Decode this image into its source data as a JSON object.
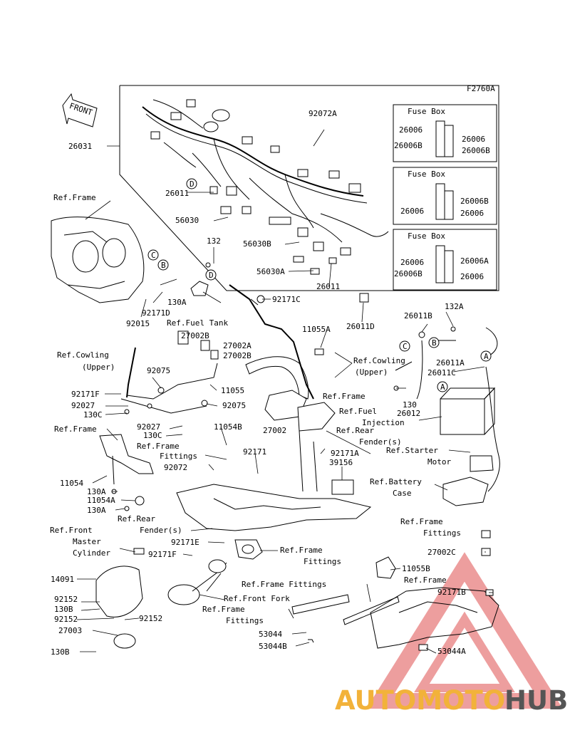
{
  "figure_code": "F2760A",
  "front_arrow": "FRONT",
  "fuse_boxes": [
    {
      "title": "Fuse Box",
      "labels": [
        "26006",
        "26006B",
        "26006",
        "26006B"
      ]
    },
    {
      "title": "Fuse Box",
      "labels": [
        "26006",
        "26006B",
        "26006"
      ]
    },
    {
      "title": "Fuse Box",
      "labels": [
        "26006",
        "26006B",
        "26006A",
        "26006"
      ]
    }
  ],
  "callouts": [
    "A",
    "B",
    "C",
    "D"
  ],
  "parts": {
    "p26031": "26031",
    "p92072A": "92072A",
    "p26011": "26011",
    "p56030": "56030",
    "p56030B": "56030B",
    "p56030A": "56030A",
    "p26011b": "26011",
    "p26011D": "26011D",
    "p132": "132",
    "p130A": "130A",
    "p92171D": "92171D",
    "p92015": "92015",
    "p92171C": "92171C",
    "p11055A": "11055A",
    "p27002B": "27002B",
    "p27002A": "27002A",
    "p27002Bb": "27002B",
    "p92075": "92075",
    "p92171F": "92171F",
    "p11055": "11055",
    "p92027": "92027",
    "p130C": "130C",
    "p92075b": "92075",
    "p92027b": "92027",
    "p130Cb": "130C",
    "p27002": "27002",
    "p11054B": "11054B",
    "p92072": "92072",
    "p92171": "92171",
    "p92171A": "92171A",
    "p39156": "39156",
    "p11054": "11054",
    "p130Ab": "130A",
    "p11054A": "11054A",
    "p130Ac": "130A",
    "p26011B": "26011B",
    "p132A": "132A",
    "p26011A": "26011A",
    "p26011C": "26011C",
    "p130": "130",
    "p26012": "26012",
    "p92171E": "92171E",
    "p92171Fb": "92171F",
    "p14091": "14091",
    "p92152": "92152",
    "p130B": "130B",
    "p92152b": "92152",
    "p92152c": "92152",
    "p27003": "27003",
    "p130Bb": "130B",
    "p11055B": "11055B",
    "p27002C": "27002C",
    "p92171B": "92171B",
    "p53044": "53044",
    "p53044B": "53044B",
    "p53044A": "53044A"
  },
  "refs": {
    "frame_top": "Ref.Frame",
    "fuel_tank": "Ref.Fuel Tank",
    "cowling_upper_l1": "Ref.Cowling",
    "cowling_upper_l2": "(Upper)",
    "cowling_upper_r1": "Ref.Cowling",
    "cowling_upper_r2": "(Upper)",
    "frame_mid": "Ref.Frame",
    "fuel_injection_l1": "Ref.Fuel",
    "fuel_injection_l2": "Injection",
    "frame_left": "Ref.Frame",
    "frame_fittings_l1": "Ref.Frame",
    "frame_fittings_l2": "Fittings",
    "rear_fender_r1": "Ref.Rear",
    "rear_fender_r2": "Fender(s)",
    "starter_motor_l1": "Ref.Starter",
    "starter_motor_l2": "Motor",
    "battery_case_l1": "Ref.Battery",
    "battery_case_l2": "Case",
    "rear_fender_l1": "Ref.Rear",
    "rear_fender_l2": "Fender(s)",
    "front_master_l1": "Ref.Front",
    "front_master_l2": "Master",
    "front_master_l3": "Cylinder",
    "frame_fittings_m1": "Ref.Frame",
    "frame_fittings_m2": "Fittings",
    "frame_fittings_b": "Ref.Frame Fittings",
    "front_fork": "Ref.Front Fork",
    "frame_fittings_c1": "Ref.Frame",
    "frame_fittings_c2": "Fittings",
    "frame_fittings_rt1": "Ref.Frame",
    "frame_fittings_rt2": "Fittings",
    "frame_br": "Ref.Frame"
  },
  "watermark": {
    "auto": "AUTOMOTO",
    "hub": "HUB"
  }
}
